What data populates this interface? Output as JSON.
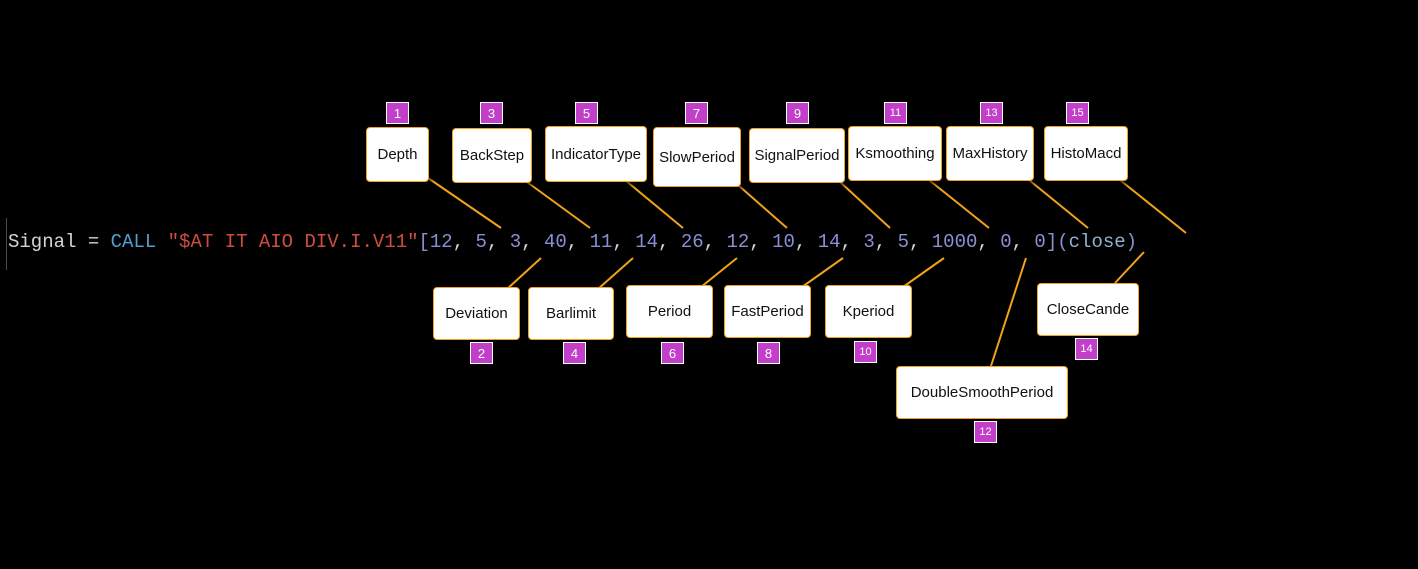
{
  "code": {
    "tokens": [
      {
        "text": "Signal",
        "color": "#d4d4d4"
      },
      {
        "text": " = ",
        "color": "#d4d4d4"
      },
      {
        "text": "CALL",
        "color": "#4f9fcf"
      },
      {
        "text": " ",
        "color": "#d4d4d4"
      },
      {
        "text": "\"$AT IT AIO DIV.I.V11\"",
        "color": "#cf4d3f"
      },
      {
        "text": "[",
        "color": "#8a8fd4"
      },
      {
        "text": "12",
        "color": "#8a8fd4"
      },
      {
        "text": ", ",
        "color": "#d4d4d4"
      },
      {
        "text": "5",
        "color": "#8a8fd4"
      },
      {
        "text": ", ",
        "color": "#d4d4d4"
      },
      {
        "text": "3",
        "color": "#8a8fd4"
      },
      {
        "text": ", ",
        "color": "#d4d4d4"
      },
      {
        "text": "40",
        "color": "#8a8fd4"
      },
      {
        "text": ", ",
        "color": "#d4d4d4"
      },
      {
        "text": "11",
        "color": "#8a8fd4"
      },
      {
        "text": ", ",
        "color": "#d4d4d4"
      },
      {
        "text": "14",
        "color": "#8a8fd4"
      },
      {
        "text": ", ",
        "color": "#d4d4d4"
      },
      {
        "text": "26",
        "color": "#8a8fd4"
      },
      {
        "text": ", ",
        "color": "#d4d4d4"
      },
      {
        "text": "12",
        "color": "#8a8fd4"
      },
      {
        "text": ", ",
        "color": "#d4d4d4"
      },
      {
        "text": "10",
        "color": "#8a8fd4"
      },
      {
        "text": ", ",
        "color": "#d4d4d4"
      },
      {
        "text": "14",
        "color": "#8a8fd4"
      },
      {
        "text": ", ",
        "color": "#d4d4d4"
      },
      {
        "text": "3",
        "color": "#8a8fd4"
      },
      {
        "text": ", ",
        "color": "#d4d4d4"
      },
      {
        "text": "5",
        "color": "#8a8fd4"
      },
      {
        "text": ", ",
        "color": "#d4d4d4"
      },
      {
        "text": "1000",
        "color": "#8a8fd4"
      },
      {
        "text": ", ",
        "color": "#d4d4d4"
      },
      {
        "text": "0",
        "color": "#8a8fd4"
      },
      {
        "text": ", ",
        "color": "#d4d4d4"
      },
      {
        "text": "0",
        "color": "#8a8fd4"
      },
      {
        "text": "]",
        "color": "#8a8fd4"
      },
      {
        "text": "(",
        "color": "#8a8fd4"
      },
      {
        "text": "close",
        "color": "#8fb4cf"
      },
      {
        "text": ")",
        "color": "#8a8fd4"
      }
    ]
  },
  "colors": {
    "connector": "#f2a21b",
    "badge": "#c13fc9",
    "background": "#000000"
  },
  "parameters": [
    {
      "number": "1",
      "label": "Depth"
    },
    {
      "number": "2",
      "label": "Deviation"
    },
    {
      "number": "3",
      "label": "BackStep"
    },
    {
      "number": "4",
      "label": "Barlimit"
    },
    {
      "number": "5",
      "label": "IndicatorType"
    },
    {
      "number": "6",
      "label": "Period"
    },
    {
      "number": "7",
      "label": "SlowPeriod"
    },
    {
      "number": "8",
      "label": "FastPeriod"
    },
    {
      "number": "9",
      "label": "SignalPeriod"
    },
    {
      "number": "10",
      "label": "Kperiod"
    },
    {
      "number": "11",
      "label": "Ksmoothing"
    },
    {
      "number": "12",
      "label": "DoubleSmoothPeriod"
    },
    {
      "number": "13",
      "label": "MaxHistory"
    },
    {
      "number": "14",
      "label": "CloseCande"
    },
    {
      "number": "15",
      "label": "HistoMacd"
    }
  ]
}
